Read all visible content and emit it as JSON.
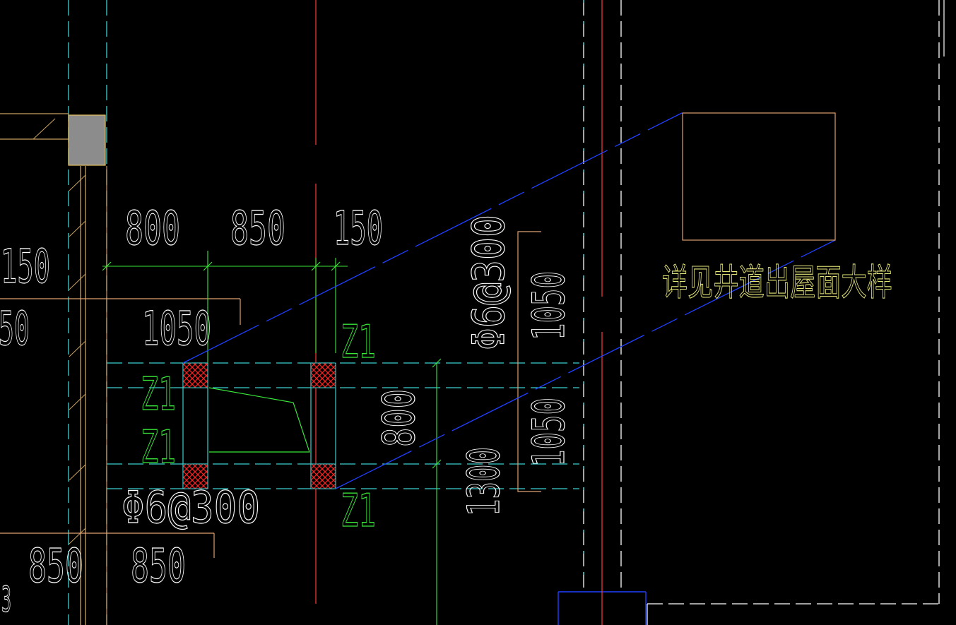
{
  "colors": {
    "background": "#000000",
    "axis_red": "#ff3b3b",
    "wall_cyan": "#39d0d0",
    "dim_green": "#39e639",
    "outline_orange": "#e0a070",
    "wall_tan": "#c8a060",
    "diag_blue": "#2040ff",
    "text_white": "#ffffff",
    "text_yellow": "#e6e67a",
    "gray_column": "#8c8c8c",
    "hatch_red": "#ff2020"
  },
  "dimensions": {
    "top_800": "800",
    "top_850": "850",
    "top_150": "150",
    "left_150": "150",
    "left_50": "50",
    "mid_1050": "1050",
    "right_1050_top": "1050",
    "right_1050_bottom": "1050",
    "vertical_800": "800",
    "vertical_1300": "1300",
    "bottom_850_left": "850",
    "bottom_850_right": "850",
    "bottom_left_partial": "3"
  },
  "labels": {
    "z1_top": "Z1",
    "z1_left_1": "Z1",
    "z1_left_2": "Z1",
    "z1_bottom": "Z1",
    "rebar_top": "Φ6@300",
    "rebar_bottom": "Φ6@300"
  },
  "note": {
    "text": "详见井道出屋面大样"
  }
}
